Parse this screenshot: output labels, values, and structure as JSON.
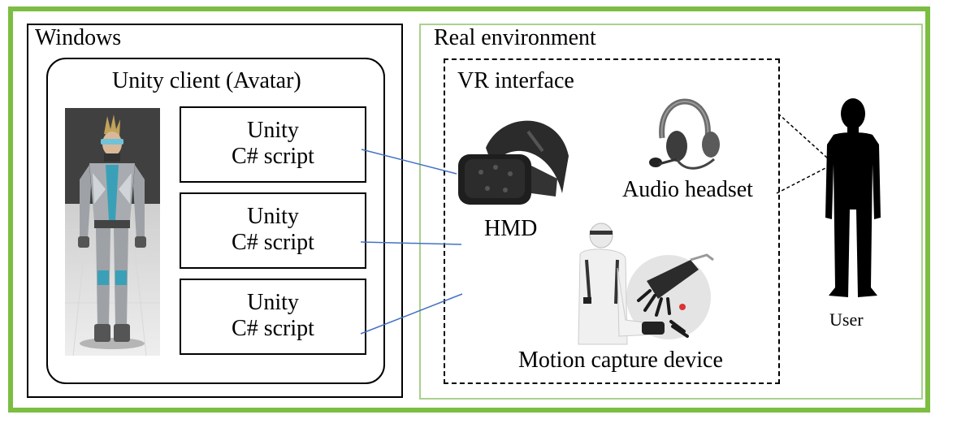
{
  "windows": {
    "title": "Windows",
    "unity_client": {
      "title": "Unity client (Avatar)",
      "scripts": [
        {
          "line1": "Unity",
          "line2": "C# script"
        },
        {
          "line1": "Unity",
          "line2": "C# script"
        },
        {
          "line1": "Unity",
          "line2": "C# script"
        }
      ]
    }
  },
  "real_environment": {
    "title": "Real environment",
    "vr_interface": {
      "title": "VR interface",
      "hmd_label": "HMD",
      "headset_label": "Audio headset",
      "motion_label": "Motion capture device"
    },
    "user_label": "User"
  },
  "colors": {
    "frame_green": "#7cbd42",
    "env_green": "#a9d18e",
    "connector_blue": "#4472c4"
  }
}
